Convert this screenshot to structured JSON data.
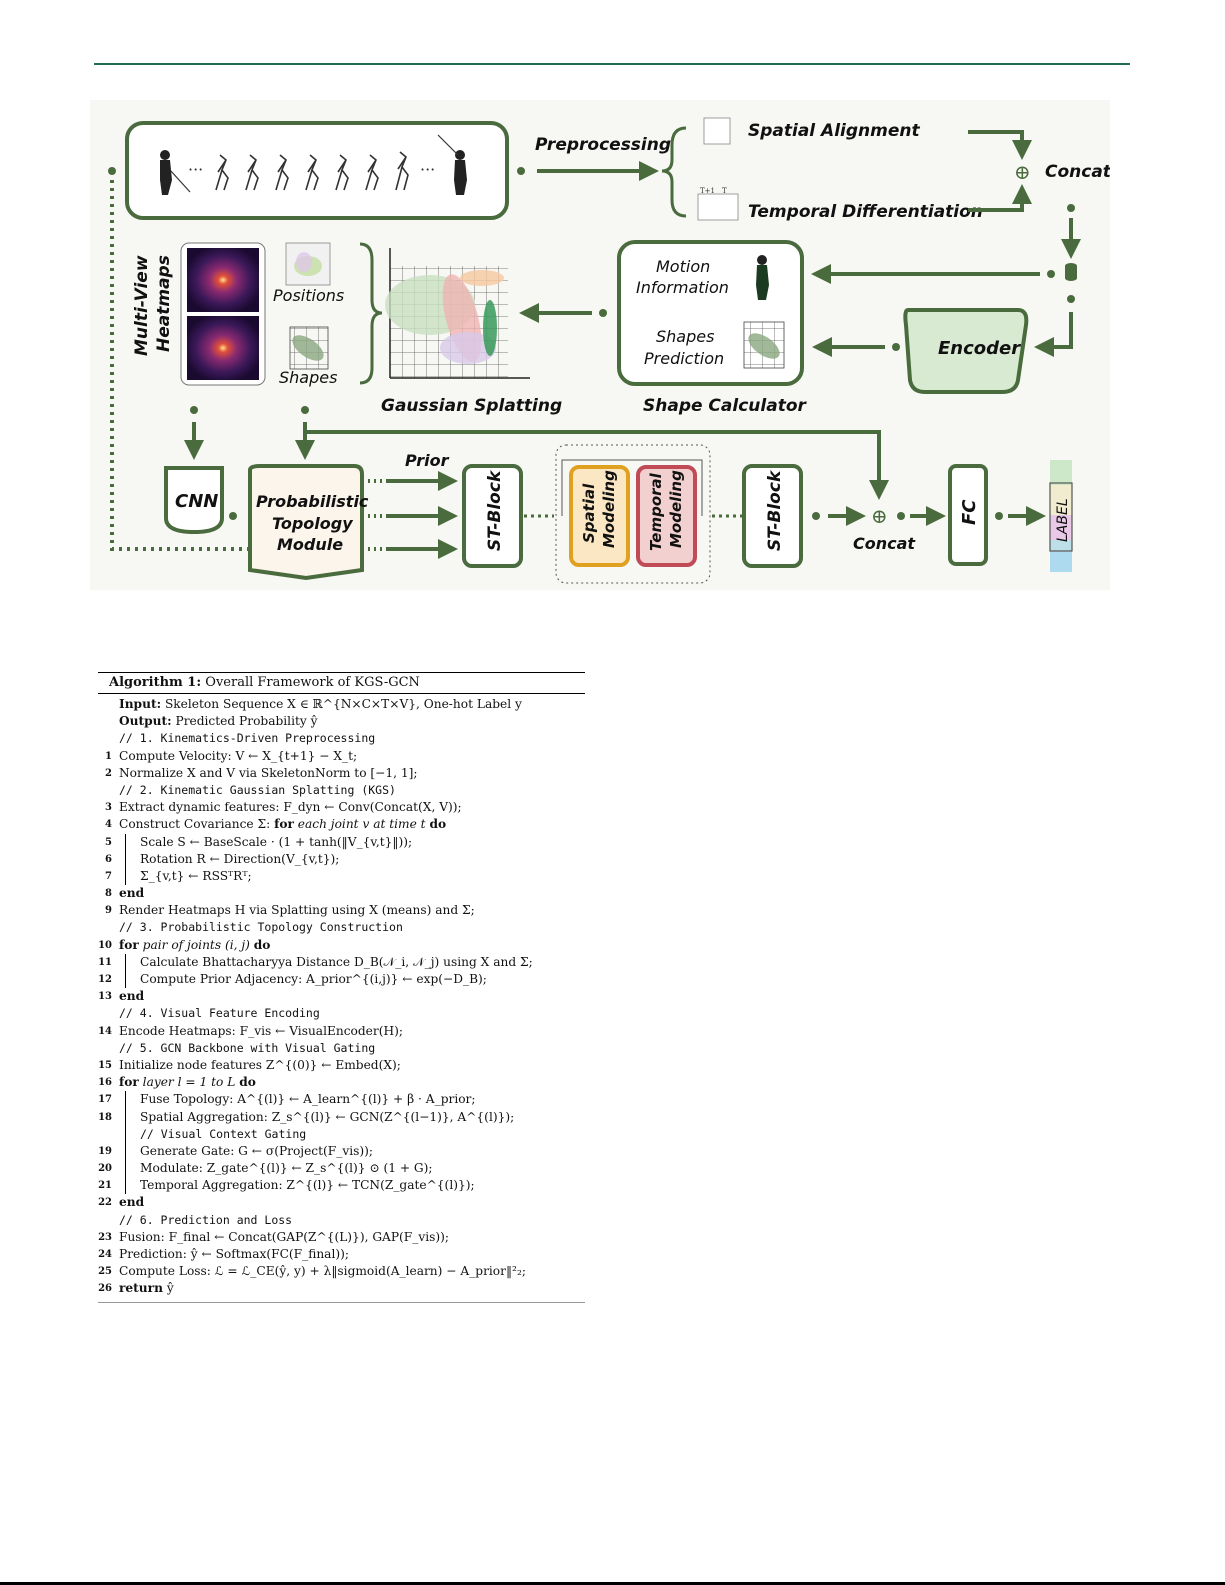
{
  "figure": {
    "preprocessing": "Preprocessing",
    "spatial_alignment": "Spatial Alignment",
    "temporal_differentiation": "Temporal Differentiation",
    "concat_top": "Concat",
    "multi_view": "Multi-View",
    "heatmaps": "Heatmaps",
    "positions": "Positions",
    "shapes": "Shapes",
    "gaussian_splatting": "Gaussian Splatting",
    "motion": "Motion",
    "information": "Information",
    "shapes_word": "Shapes",
    "prediction": "Prediction",
    "shape_calculator": "Shape Calculator",
    "encoder": "Encoder",
    "cnn": "CNN",
    "prob_1": "Probabilistic",
    "prob_2": "Topology",
    "prob_3": "Module",
    "prior": "Prior",
    "st_block": "ST-Block",
    "spatial_1": "Spatial",
    "spatial_2": "Modeling",
    "temporal_1": "Temporal",
    "temporal_2": "Modeling",
    "concat_bottom": "Concat",
    "fc": "FC",
    "label": "LABEL",
    "tdiff_tag_1": "T+1",
    "tdiff_tag_2": "T",
    "colors": {
      "green": "#4a6b3d",
      "orange": "#e0a020",
      "red": "#c04a55",
      "pale_green": "#d9ead3",
      "purple": "#3a1858"
    }
  },
  "algorithm": {
    "title_bold": "Algorithm 1:",
    "title_rest": " Overall Framework of KGS-GCN",
    "input_label": "Input:",
    "input_text": " Skeleton Sequence X ∈ ℝ^{N×C×T×V}, One-hot Label y",
    "output_label": "Output:",
    "output_text": " Predicted Probability ŷ",
    "c1": "// 1.  Kinematics-Driven Preprocessing",
    "l1": "Compute Velocity: V ← X_{t+1} − X_t;",
    "l2": "Normalize X and V via SkeletonNorm to [−1, 1];",
    "c2": "// 2.  Kinematic Gaussian Splatting (KGS)",
    "l3": "Extract dynamic features: F_dyn ← Conv(Concat(X, V));",
    "l4a": "Construct Covariance Σ: ",
    "l4b": "for",
    "l4c": " each joint v at time t ",
    "l4d": "do",
    "l5": "Scale S ← BaseScale · (1 + tanh(‖V_{v,t}‖));",
    "l6": "Rotation R ← Direction(V_{v,t});",
    "l7": "Σ_{v,t} ← RSSᵀRᵀ;",
    "l8": "end",
    "l9": "Render Heatmaps H via Splatting using X (means) and Σ;",
    "c3": "// 3.  Probabilistic Topology Construction",
    "l10a": "for",
    "l10b": " pair of joints (i, j) ",
    "l10c": "do",
    "l11": "Calculate Bhattacharyya Distance D_B(𝒩_i, 𝒩_j) using X and Σ;",
    "l12": "Compute Prior Adjacency: A_prior^{(i,j)} ← exp(−D_B);",
    "l13": "end",
    "c4": "// 4.  Visual Feature Encoding",
    "l14": "Encode Heatmaps: F_vis ← VisualEncoder(H);",
    "c5": "// 5.  GCN Backbone with Visual Gating",
    "l15": "Initialize node features Z^{(0)} ← Embed(X);",
    "l16a": "for",
    "l16b": " layer l = 1 to L ",
    "l16c": "do",
    "l17": "Fuse Topology: A^{(l)} ← A_learn^{(l)} + β · A_prior;",
    "l18": "Spatial Aggregation: Z_s^{(l)} ← GCN(Z^{(l−1)}, A^{(l)});",
    "c5b": "// Visual Context Gating",
    "l19": "Generate Gate: G ← σ(Project(F_vis));",
    "l20": "Modulate: Z_gate^{(l)} ← Z_s^{(l)} ⊙ (1 + G);",
    "l21": "Temporal Aggregation: Z^{(l)} ← TCN(Z_gate^{(l)});",
    "l22": "end",
    "c6": "// 6.  Prediction and Loss",
    "l23": "Fusion: F_final ← Concat(GAP(Z^{(L)}), GAP(F_vis));",
    "l24": "Prediction: ŷ ← Softmax(FC(F_final));",
    "l25": "Compute Loss: ℒ = ℒ_CE(ŷ, y) + λ‖sigmoid(A_learn) − A_prior‖²₂;",
    "l26a": "return",
    "l26b": " ŷ",
    "line_numbers": [
      "1",
      "2",
      "3",
      "4",
      "5",
      "6",
      "7",
      "8",
      "9",
      "10",
      "11",
      "12",
      "13",
      "14",
      "15",
      "16",
      "17",
      "18",
      "19",
      "20",
      "21",
      "22",
      "23",
      "24",
      "25",
      "26"
    ]
  }
}
